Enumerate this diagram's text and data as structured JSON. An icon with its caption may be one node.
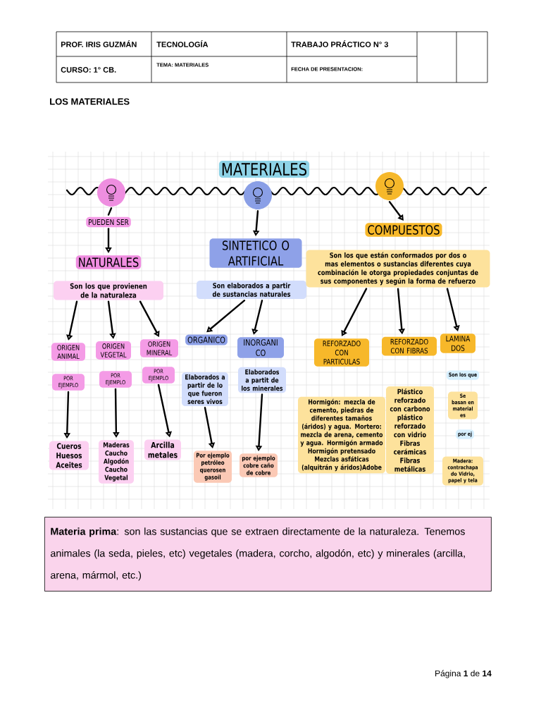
{
  "diagram": {
    "title": "LOS MATERIALES",
    "nodes": [
      {
        "text": [
          "MATERIALES"
        ]
      },
      {
        "text": [],
        "shape": "circle"
      },
      {
        "text": [],
        "shape": "circle"
      },
      {
        "text": [],
        "shape": "circle"
      },
      {
        "text": [
          "PUEDEN SER"
        ]
      },
      {
        "text": [
          "NATURALES"
        ]
      },
      {
        "text": [
          "Son los que provienen de la naturaleza"
        ]
      },
      {
        "text": [
          "SINTETICO O ARTIFICIAL"
        ]
      },
      {
        "text": [
          "Son elaborados a partir de sustancias naturales"
        ]
      },
      {
        "text": [
          "COMPUESTOS"
        ]
      },
      {
        "text": [
          "Son los que están conformados por dos o mas elementos o sustancias diferentes cuya combinación le otorga propiedades conjuntas de sus componentes y según la forma de refuerzo"
        ]
      },
      {
        "text": [
          "ORIGEN ANIMAL"
        ]
      },
      {
        "text": [
          "ORIGEN VEGETAL"
        ]
      },
      {
        "text": [
          "ORIGEN MINERAL"
        ]
      },
      {
        "text": [
          "ORGANICO"
        ]
      },
      {
        "text": [
          "INORGANI CO"
        ]
      },
      {
        "text": [
          "REFORZADO CON PARTICULAS"
        ]
      },
      {
        "text": [
          "REFORZADO CON FIBRAS"
        ]
      },
      {
        "text": [
          "LAMINA DOS"
        ]
      },
      {
        "text": [
          "POR EJEMPLO"
        ]
      },
      {
        "text": [
          "POR EJEMPLO"
        ]
      },
      {
        "text": [
          "POR EJEMPLO"
        ]
      },
      {
        "text": [
          "Elaborados a partir de lo que fueron seres vivos"
        ]
      },
      {
        "text": [
          "Elaborados a partit de los minerales"
        ]
      },
      {
        "text": [
          "Hormigón: mezcla de cemento, piedras de diferentes tamaños (áridos) y agua. Mortero: mezcla de arena, cemento y agua. Hormigón armado Hormigón pretensado Mezclas asfáticas (alquitrán y áridos)Adobe"
        ]
      },
      {
        "text": [
          "Plástico reforzado con carbono plástico reforzado con vidrio Fibras cerámicas Fibras metálicas"
        ]
      },
      {
        "text": [
          "Son los que"
        ]
      },
      {
        "text": [
          "Se basan en material es"
        ]
      },
      {
        "text": [
          "por ej"
        ]
      },
      {
        "text": [
          "Madera: contrachapa do Vidrio, papel y tela"
        ]
      },
      {
        "text": [
          "Cueros Huesos Aceites"
        ]
      },
      {
        "text": [
          "Maderas Caucho Algodón Caucho Vegetal"
        ]
      },
      {
        "text": [
          "Arcilla metales"
        ]
      },
      {
        "text": [
          "Por ejemplo petróleo querosen gasoil"
        ]
      },
      {
        "text": [
          "por ejemplo cobre caño de cobre"
        ]
      },
      {
        "text": [
          "**Materia prima**: son las sustancias que se extraen directamente de la naturaleza. Tenemos animales (la seda, pieles, etc) vegetales (madera, corcho, algodón, etc) y minerales (arcilla, arena, mármol, etc.)"
        ]
      }
    ],
    "edges": [
      {
        "from": 1,
        "to": 4,
        "arrow": "none"
      },
      {
        "from": 4,
        "to": 5,
        "arrow": "to"
      },
      {
        "from": 2,
        "to": 7,
        "arrow": "to"
      },
      {
        "from": 3,
        "to": 9,
        "arrow": "to"
      },
      {
        "from": 6,
        "to": 11,
        "arrow": "to"
      },
      {
        "from": 6,
        "to": 12,
        "arrow": "to"
      },
      {
        "from": 6,
        "to": 13,
        "arrow": "to"
      },
      {
        "from": 8,
        "to": 14,
        "arrow": "to"
      },
      {
        "from": 8,
        "to": 15,
        "arrow": "to"
      },
      {
        "from": 10,
        "to": 16,
        "arrow": "to"
      },
      {
        "from": 10,
        "to": 17,
        "arrow": "to"
      },
      {
        "from": 10,
        "to": 18,
        "arrow": "to"
      },
      {
        "from": 19,
        "to": 30,
        "arrow": "to"
      },
      {
        "from": 20,
        "to": 31,
        "arrow": "to"
      },
      {
        "from": 21,
        "to": 32,
        "arrow": "to"
      },
      {
        "from": 22,
        "to": 33,
        "arrow": "to"
      },
      {
        "from": 23,
        "to": 34,
        "arrow": "to"
      }
    ],
    "labels": [
      "PROF. IRIS GUZMÁN",
      "TECNOLOGÍA",
      "TRABAJO PRÁCTICO N° 3",
      "CURSO: 1° CB.",
      "TEMA:  MATERIALES",
      "FECHA DE PRESENTACION:",
      "Página **1** de **14**"
    ]
  }
}
